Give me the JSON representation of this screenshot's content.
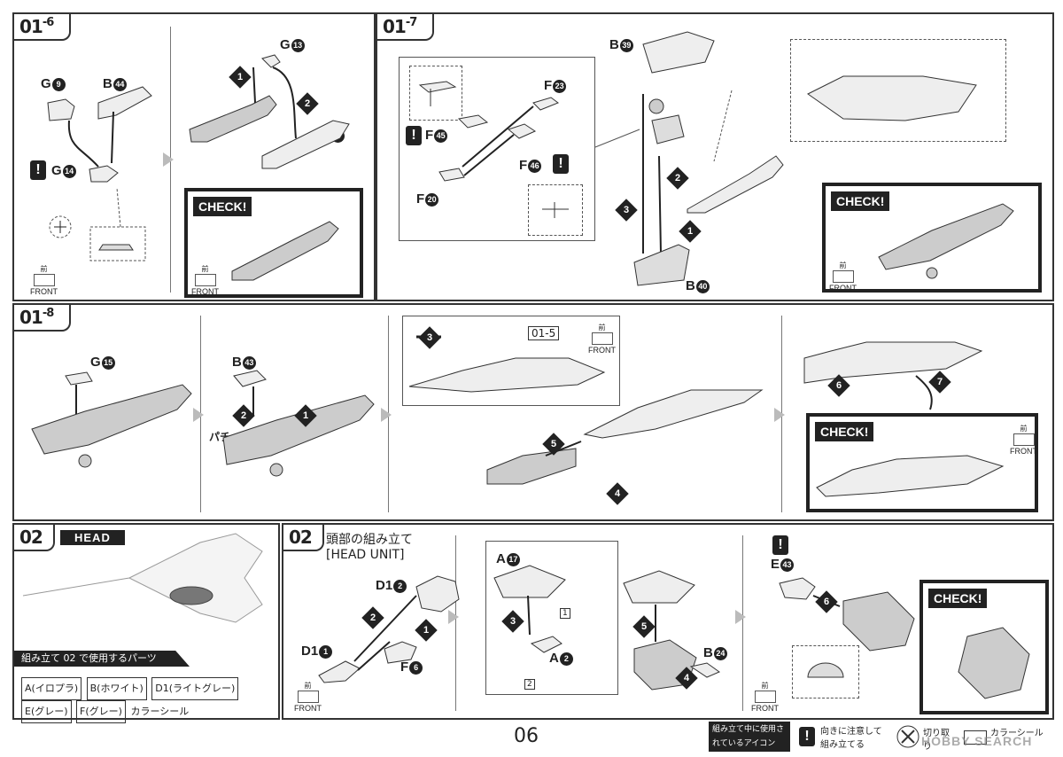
{
  "page_number": "06",
  "steps": {
    "s016": {
      "main": "01",
      "sub": "-6",
      "parts": [
        "G",
        "B",
        "G",
        "G",
        "B"
      ],
      "badges": [
        "9",
        "44",
        "14",
        "13",
        "47"
      ],
      "check_label": "CHECK!"
    },
    "s017": {
      "main": "01",
      "sub": "-7",
      "parts": [
        "B",
        "F",
        "F",
        "F",
        "F",
        "B"
      ],
      "badges": [
        "39",
        "23",
        "45",
        "46",
        "20",
        "40"
      ],
      "check_label": "CHECK!"
    },
    "s018": {
      "main": "01",
      "sub": "-8",
      "parts": [
        "G",
        "B"
      ],
      "badges": [
        "15",
        "43"
      ],
      "sfx": "パチッ",
      "ref": "01-5",
      "check_label": "CHECK!"
    },
    "s02h": {
      "main": "02",
      "tag": "HEAD",
      "parts_title": "組み立て 02 で使用するパーツ",
      "parts_list": [
        "A(イロプラ)",
        "B(ホワイト)",
        "D1(ライトグレー)",
        "E(グレー)",
        "F(グレー)"
      ],
      "color_seal": "カラーシール"
    },
    "s02u": {
      "main": "02",
      "title_jp": "頭部の組み立て",
      "title_en": "[HEAD UNIT]",
      "parts": [
        "D1",
        "D1",
        "F",
        "A",
        "A",
        "B",
        "E"
      ],
      "badges": [
        "2",
        "1",
        "6",
        "17",
        "2",
        "24",
        "43"
      ],
      "seal": [
        "1",
        "2"
      ],
      "check_label": "CHECK!"
    }
  },
  "front": {
    "jp": "前",
    "en": "FRONT"
  },
  "steps_num": [
    "1",
    "2",
    "3",
    "4",
    "5",
    "6",
    "7"
  ],
  "legend": {
    "title": "組み立て中に使用されているアイコン",
    "warn_text": "向きに注意して組み立てる",
    "cut_text": "切り取り",
    "seal_text": "カラーシール"
  },
  "watermark": "HOBBY SEARCH"
}
